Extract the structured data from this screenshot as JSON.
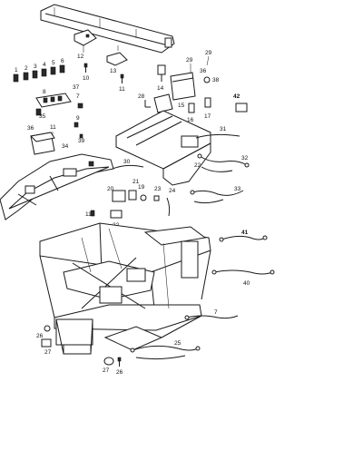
{
  "callouts": {
    "c1": "1",
    "c2": "2",
    "c3": "3",
    "c4": "4",
    "c5": "5",
    "c6": "6",
    "c7": "7",
    "c8": "8",
    "c9": "9",
    "c10": "10",
    "c11": "11",
    "c11b": "11",
    "c12": "12",
    "c13": "13",
    "c14": "14",
    "c15": "15",
    "c16": "16",
    "c17": "17",
    "c18": "18",
    "c19": "19",
    "c20": "20",
    "c21": "21",
    "c22": "22",
    "c23": "23",
    "c24": "24",
    "c25": "25",
    "c26": "26",
    "c26b": "26",
    "c27": "27",
    "c27b": "27",
    "c28": "28",
    "c29": "29",
    "c30": "30",
    "c31": "31",
    "c32": "32",
    "c33": "33",
    "c34": "34",
    "c35": "35",
    "c36": "36",
    "c37": "37",
    "c38": "38",
    "c39": "39",
    "c40": "40",
    "c41": "41",
    "c42": "42"
  }
}
